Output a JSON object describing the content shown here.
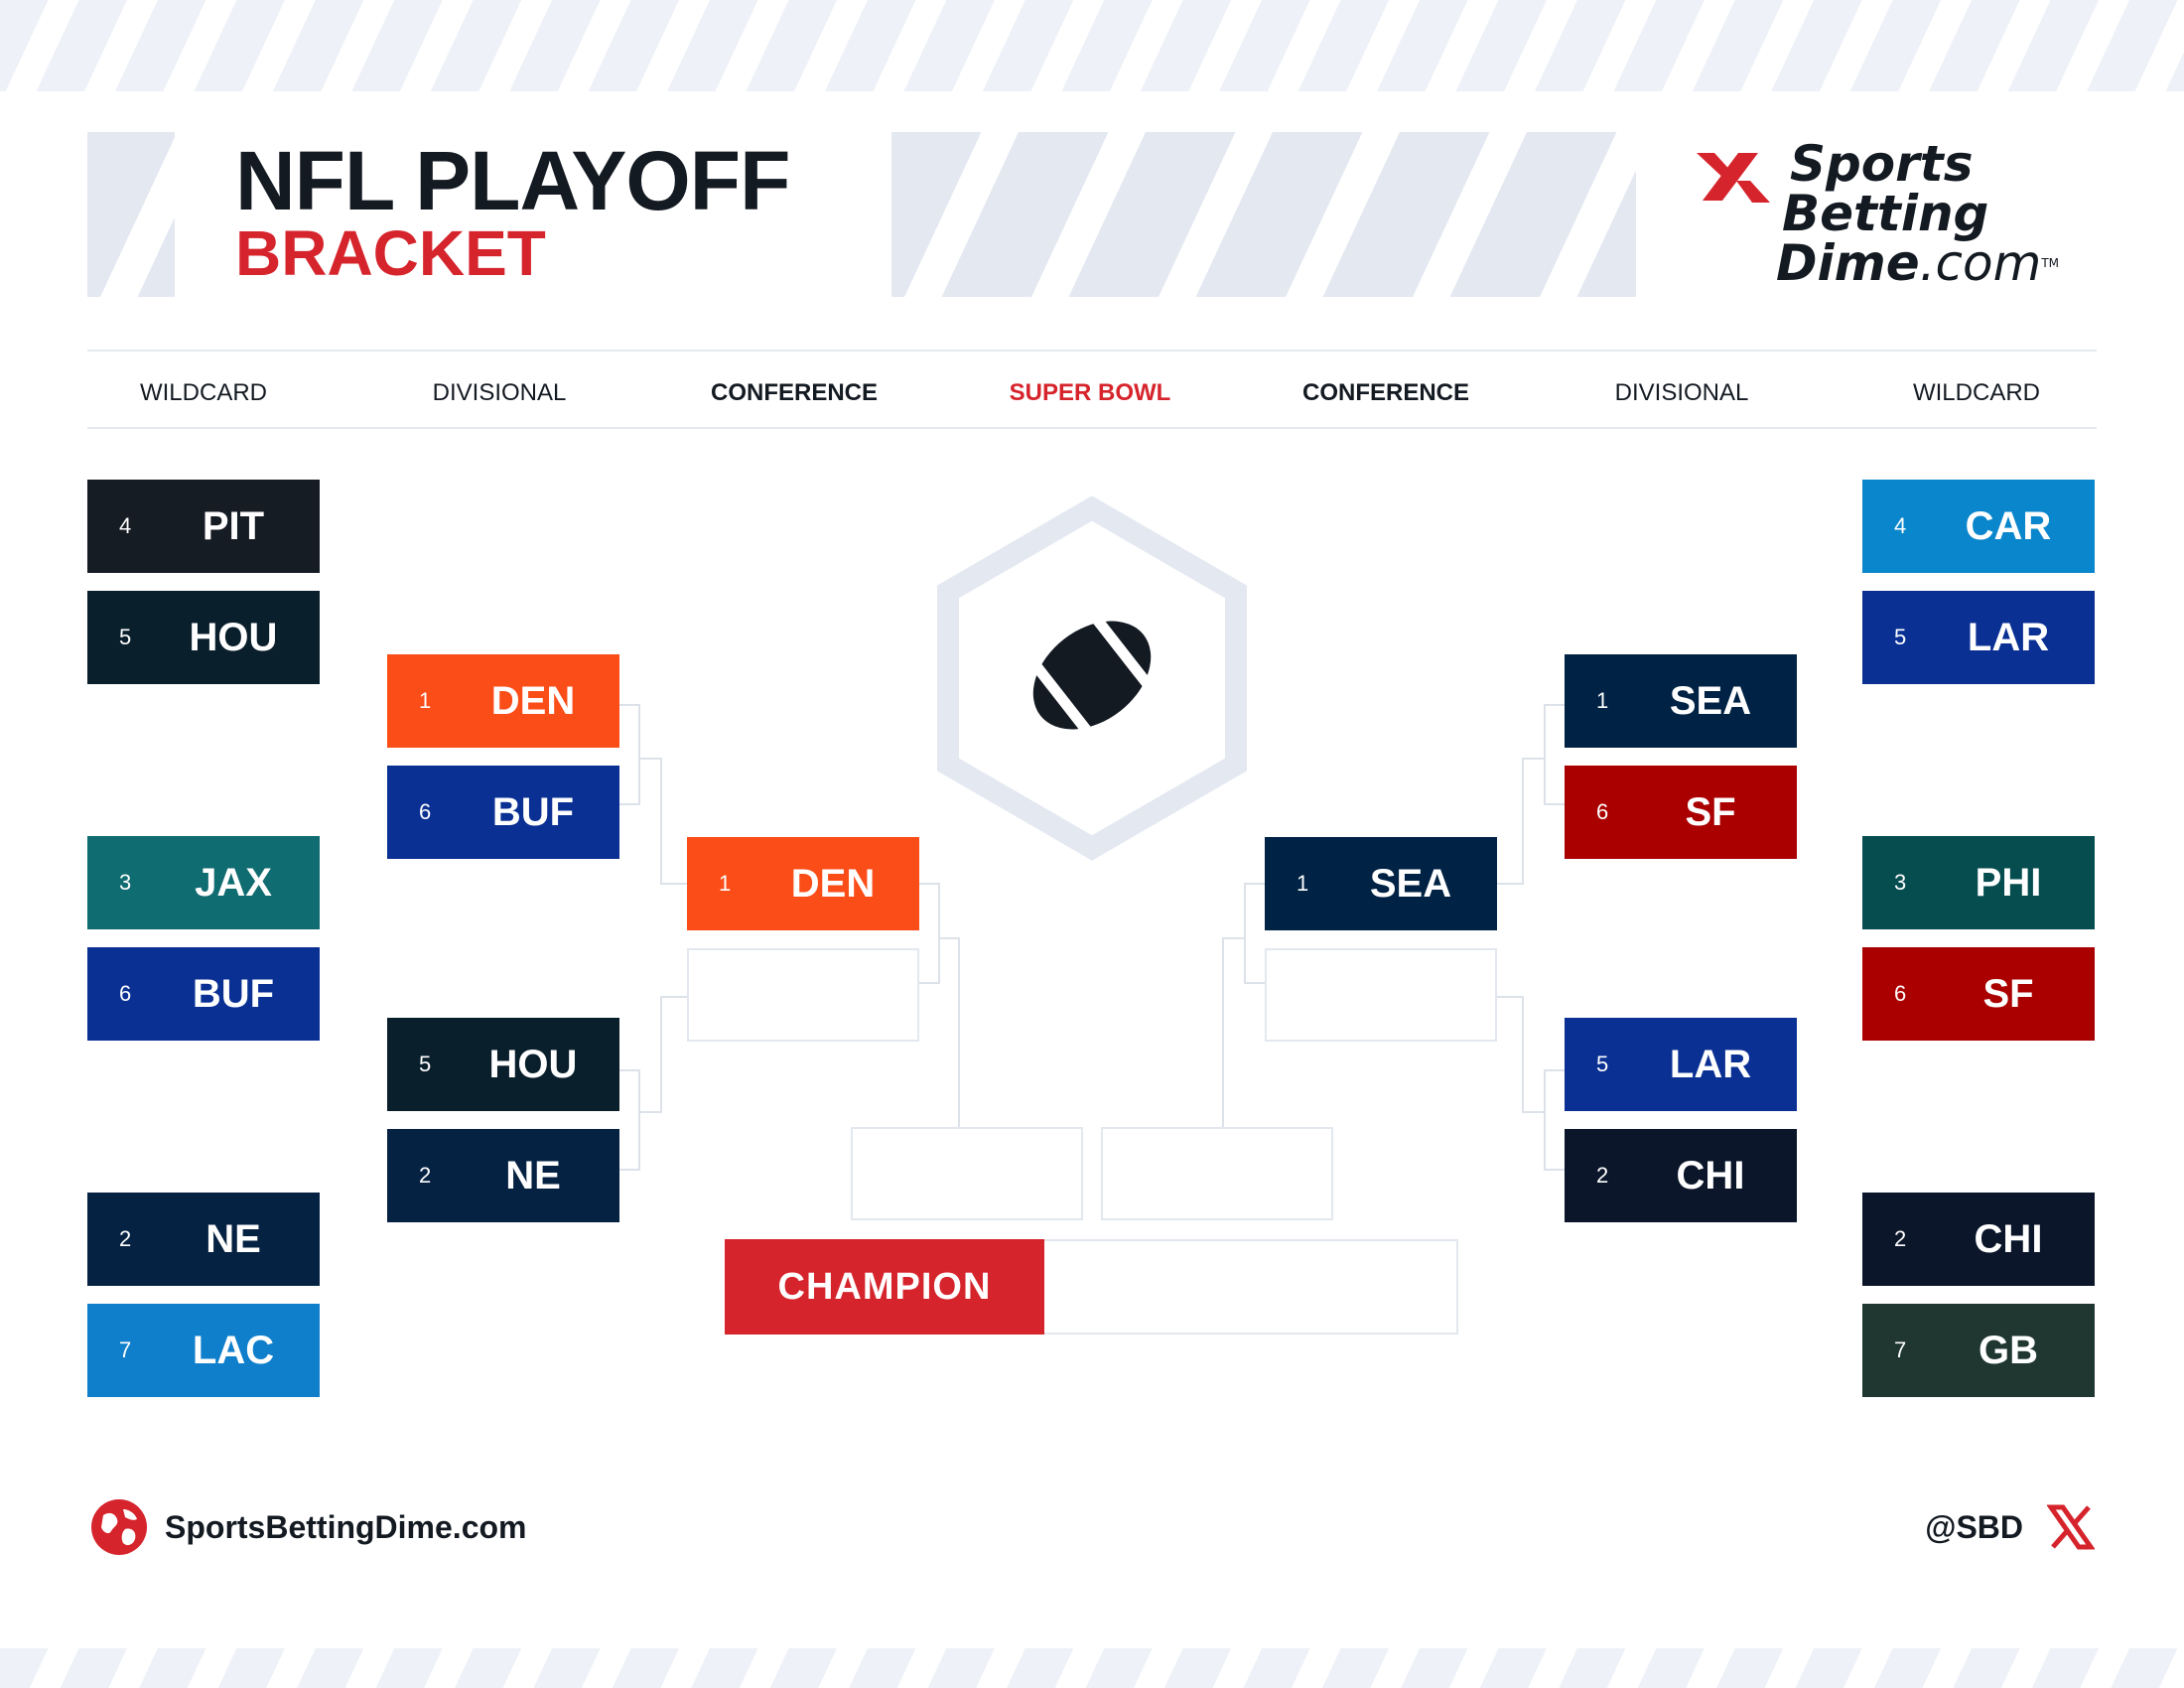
{
  "header": {
    "title_line1": "NFL PLAYOFF",
    "title_line2": "BRACKET",
    "brand_line1": "Sports",
    "brand_line2": "Betting",
    "brand_line3": "Dime",
    "brand_suffix": ".com",
    "brand_tm": "TM"
  },
  "rounds": [
    "WILDCARD",
    "DIVISIONAL",
    "CONFERENCE",
    "SUPER BOWL",
    "CONFERENCE",
    "DIVISIONAL",
    "WILDCARD"
  ],
  "left": {
    "wildcard": [
      {
        "seed": "4",
        "team": "PIT",
        "color": "#161c24"
      },
      {
        "seed": "5",
        "team": "HOU",
        "color": "#0a1f2c"
      },
      {
        "seed": "3",
        "team": "JAX",
        "color": "#0f6c71"
      },
      {
        "seed": "6",
        "team": "BUF",
        "color": "#0a3093"
      },
      {
        "seed": "2",
        "team": "NE",
        "color": "#062243"
      },
      {
        "seed": "7",
        "team": "LAC",
        "color": "#0f7fcb"
      }
    ],
    "divisional": [
      {
        "seed": "1",
        "team": "DEN",
        "color": "#fa4d18"
      },
      {
        "seed": "6",
        "team": "BUF",
        "color": "#0a3093"
      },
      {
        "seed": "5",
        "team": "HOU",
        "color": "#0a1f2c"
      },
      {
        "seed": "2",
        "team": "NE",
        "color": "#062243"
      }
    ],
    "conference": [
      {
        "seed": "1",
        "team": "DEN",
        "color": "#fa4d18"
      }
    ]
  },
  "right": {
    "wildcard": [
      {
        "seed": "4",
        "team": "CAR",
        "color": "#0a86cc"
      },
      {
        "seed": "5",
        "team": "LAR",
        "color": "#0a3093"
      },
      {
        "seed": "3",
        "team": "PHI",
        "color": "#064d4f"
      },
      {
        "seed": "6",
        "team": "SF",
        "color": "#aa0000"
      },
      {
        "seed": "2",
        "team": "CHI",
        "color": "#0b162a"
      },
      {
        "seed": "7",
        "team": "GB",
        "color": "#203731"
      }
    ],
    "divisional": [
      {
        "seed": "1",
        "team": "SEA",
        "color": "#002244"
      },
      {
        "seed": "6",
        "team": "SF",
        "color": "#aa0000"
      },
      {
        "seed": "5",
        "team": "LAR",
        "color": "#0a3093"
      },
      {
        "seed": "2",
        "team": "CHI",
        "color": "#0b162a"
      }
    ],
    "conference": [
      {
        "seed": "1",
        "team": "SEA",
        "color": "#002244"
      }
    ]
  },
  "champion": {
    "label": "CHAMPION"
  },
  "footer": {
    "site": "SportsBettingDime.com",
    "handle": "@SBD"
  },
  "colors": {
    "accent_red": "#d6242c",
    "ink": "#141a22",
    "line": "#dde2ea"
  },
  "icons": [
    "football-icon",
    "globe-icon",
    "x-logo-icon",
    "sbd-logo-mark-icon"
  ]
}
